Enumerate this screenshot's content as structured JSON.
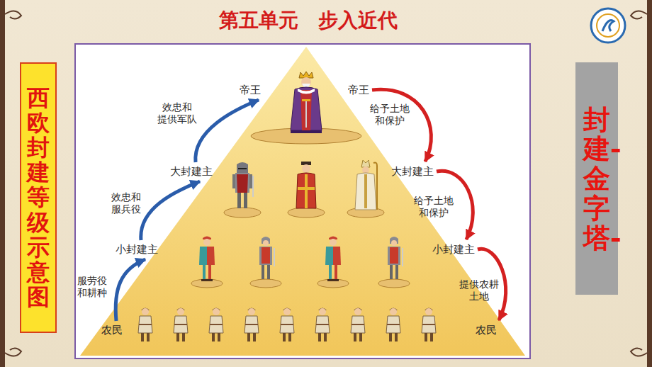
{
  "diagram": {
    "title": "第五单元　步入近代",
    "nodes": [
      {
        "text": [
          "西欧封建等级示意图"
        ]
      },
      {
        "text": [
          "帝王"
        ]
      },
      {
        "text": [
          "帝王"
        ]
      },
      {
        "text": [
          "大封建主"
        ]
      },
      {
        "text": [
          "大封建主"
        ]
      },
      {
        "text": [
          "小封建主"
        ]
      },
      {
        "text": [
          "小封建主"
        ]
      },
      {
        "text": [
          "农民"
        ]
      },
      {
        "text": [
          "农民"
        ]
      },
      {
        "text": [
          "封建-金字塔-"
        ]
      }
    ],
    "edges": [
      {
        "from": 7,
        "to": 5,
        "label": "服劳役 和耕种",
        "arrow": "to"
      },
      {
        "from": 5,
        "to": 3,
        "label": "效忠和 服兵役",
        "arrow": "to"
      },
      {
        "from": 3,
        "to": 1,
        "label": "效忠和 提供军队",
        "arrow": "to"
      },
      {
        "from": 2,
        "to": 4,
        "label": "给予土地 和保护",
        "arrow": "to"
      },
      {
        "from": 4,
        "to": 6,
        "label": "给予土地 和保护",
        "arrow": "to"
      },
      {
        "from": 6,
        "to": 8,
        "label": "提供农耕 土地",
        "arrow": "to"
      }
    ]
  }
}
